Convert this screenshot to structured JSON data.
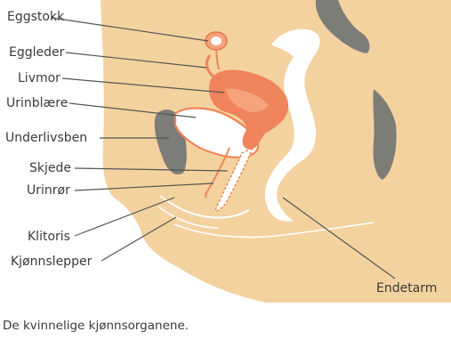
{
  "labels": {
    "eggstokk": "Eggstokk",
    "eggleder": "Eggleder",
    "livmor": "Livmor",
    "urinblaere": "Urinblære",
    "underlivsben": "Underlivsben",
    "skjede": "Skjede",
    "urinror": "Urinrør",
    "klitoris": "Klitoris",
    "kjonnslepper": "Kjønnslepper",
    "endetarm": "Endetarm"
  },
  "caption": "De kvinnelige kjønnsorganene.",
  "colors": {
    "body": "#f3d29f",
    "bodyEdge": "#e9c38a",
    "bone": "#7d7d78",
    "organ": "#f0845a",
    "organLight": "#f6a37d",
    "organOutline": "#e8744a",
    "white": "#ffffff",
    "leaderLine": "#555555",
    "text": "#3a3a3a"
  }
}
